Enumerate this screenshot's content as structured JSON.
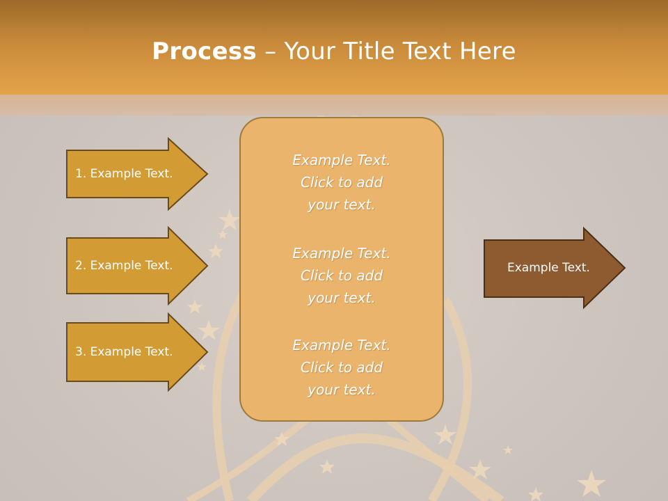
{
  "slide": {
    "title_bold": "Process",
    "title_rest": " – Your Title Text Here"
  },
  "left_arrows": [
    {
      "label": "1. Example Text."
    },
    {
      "label": "2. Example Text."
    },
    {
      "label": "3. Example Text."
    }
  ],
  "center_box": {
    "blocks": [
      {
        "line1": "Example Text.",
        "line2": "Click  to add",
        "line3": "your text."
      },
      {
        "line1": "Example Text.",
        "line2": "Click  to add",
        "line3": "your text."
      },
      {
        "line1": "Example Text.",
        "line2": "Click  to add",
        "line3": "your text."
      }
    ]
  },
  "right_arrow": {
    "label": "Example Text."
  },
  "colors": {
    "header": "#e3a34a",
    "left_arrow_fill": "#d39b34",
    "right_arrow_fill": "#8e5a30",
    "box_fill": "#ebb46c"
  }
}
